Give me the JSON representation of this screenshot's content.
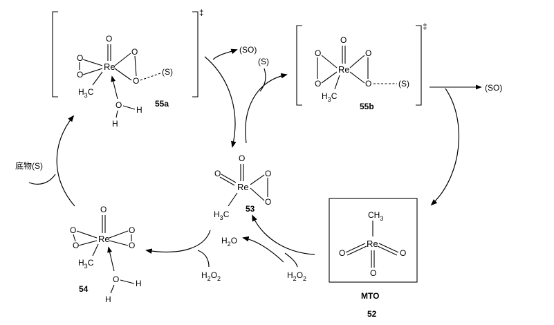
{
  "atoms": {
    "re": "Re",
    "o": "O",
    "h": "H",
    "h3c": "H",
    "h3c_sub": "3",
    "h3c_c": "C",
    "ch3": "CH",
    "ch3_sub": "3",
    "s": "(S)"
  },
  "labels": {
    "ts_mark": "‡",
    "so": "(SO)",
    "substrate": "底物(S)",
    "h2o": "H",
    "h2o_sub": "2",
    "h2o_o": "O",
    "h2o2": "H",
    "h2o2_sub1": "2",
    "h2o2_o": "O",
    "h2o2_sub2": "2"
  },
  "compounds": {
    "c55a": "55a",
    "c55b": "55b",
    "c53": "53",
    "c54": "54",
    "mto": "MTO",
    "c52": "52"
  }
}
